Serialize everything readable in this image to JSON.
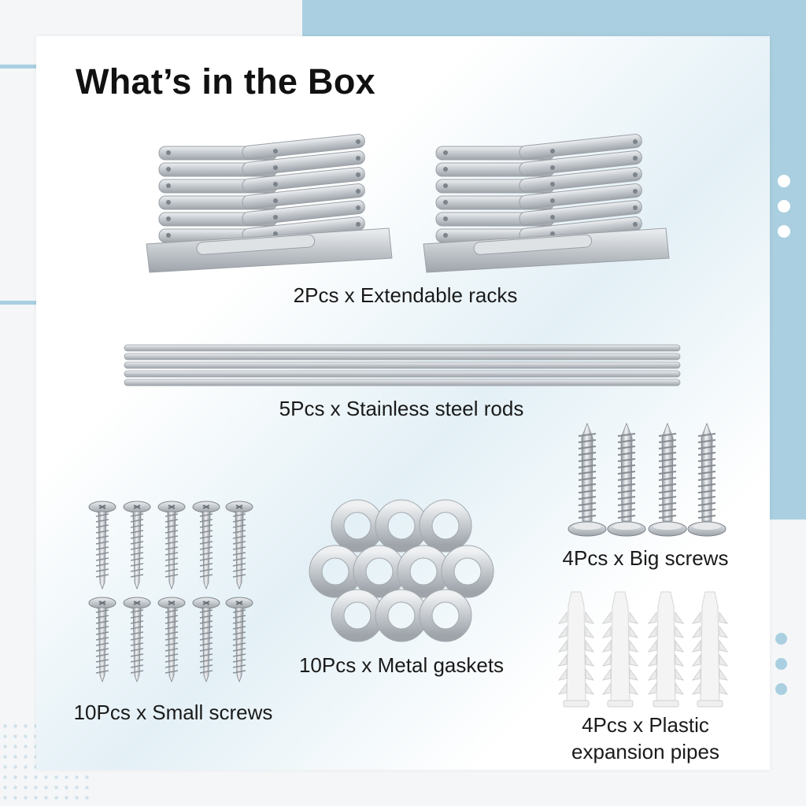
{
  "title": "What’s in the Box",
  "colors": {
    "accent_blue": "#a9cfe0",
    "metal": "#c9ced3",
    "plastic": "#f2f2f2"
  },
  "items": [
    {
      "icon": "extendable-rack-icon",
      "caption": "2Pcs x Extendable racks"
    },
    {
      "icon": "steel-rod-icon",
      "caption": "5Pcs x Stainless steel rods"
    },
    {
      "icon": "big-screw-icon",
      "caption": "4Pcs x Big screws"
    },
    {
      "icon": "small-screw-icon",
      "caption": "10Pcs x Small screws"
    },
    {
      "icon": "metal-gasket-icon",
      "caption": "10Pcs x Metal gaskets"
    },
    {
      "icon": "plastic-expansion-pipe-icon",
      "caption_line1": "4Pcs x Plastic",
      "caption_line2": "expansion pipes"
    }
  ]
}
